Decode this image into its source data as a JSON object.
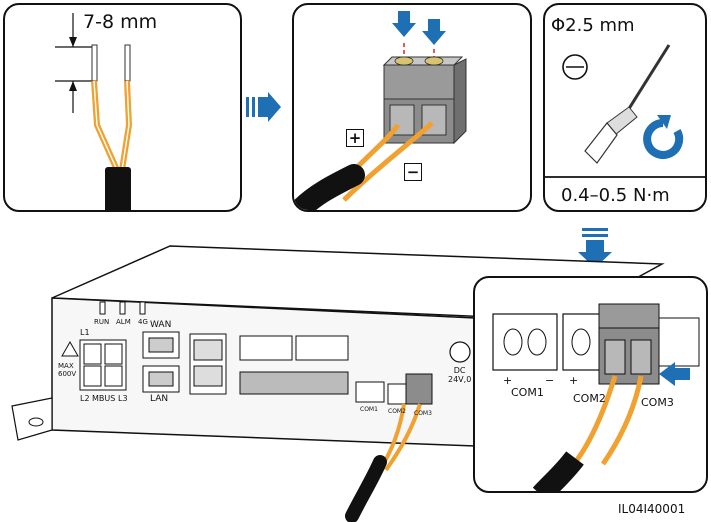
{
  "panels": {
    "strip": {
      "length_label": "7-8 mm"
    },
    "terminal": {
      "plus_symbol": "+",
      "minus_symbol": "−"
    },
    "tool": {
      "screwdriver_label": "Φ2.5 mm",
      "torque_label": "0.4–0.5 N·m"
    }
  },
  "device": {
    "leds": [
      "RUN",
      "ALM",
      "4G"
    ],
    "port_labels": {
      "wan": "WAN",
      "lan": "LAN",
      "l1": "L1",
      "l2": "L2",
      "mbus": "MBUS",
      "l3": "L3",
      "max": "MAX\n600V",
      "dc": "DC\n24V,0"
    },
    "com_labels": [
      "COM1",
      "COM2",
      "COM3"
    ]
  },
  "zoom": {
    "com_labels": [
      "COM1",
      "COM2",
      "COM3"
    ],
    "plus": "+",
    "minus": "−"
  },
  "figure_id": "IL04I40001",
  "colors": {
    "wire_orange": "#f0a12f",
    "arrow_blue": "#1f6fb5",
    "connector_gray": "#8c8c8c"
  }
}
